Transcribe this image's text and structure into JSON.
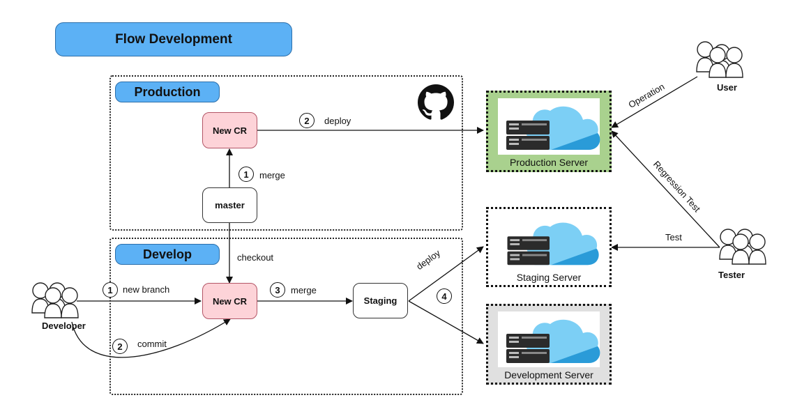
{
  "title": "Flow Development",
  "groups": {
    "production": {
      "label": "Production"
    },
    "develop": {
      "label": "Develop"
    }
  },
  "nodes": {
    "prod_new_cr": "New CR",
    "master": "master",
    "dev_new_cr": "New CR",
    "staging": "Staging"
  },
  "servers": {
    "production": "Production Server",
    "staging": "Staging Server",
    "development": "Development Server"
  },
  "actors": {
    "user": "User",
    "tester": "Tester",
    "developer": "Developer"
  },
  "edges": {
    "deploy_prod": {
      "num": "2",
      "label": "deploy"
    },
    "merge_master": {
      "num": "1",
      "label": "merge"
    },
    "checkout": {
      "label": "checkout"
    },
    "new_branch": {
      "num": "1",
      "label": "new branch"
    },
    "commit": {
      "num": "2",
      "label": "commit"
    },
    "merge_staging": {
      "num": "3",
      "label": "merge"
    },
    "deploy_staging": {
      "label": "deploy"
    },
    "step4": {
      "num": "4"
    },
    "operation": {
      "label": "Operation"
    },
    "regression": {
      "label": "Regression Test"
    },
    "test": {
      "label": "Test"
    }
  },
  "colors": {
    "accent_blue": "#5cb1f5",
    "cr_pink": "#fdd3d8",
    "prod_server_bg": "#a9d18e",
    "dev_server_bg": "#e0e0e0",
    "cloud": "#7ccff5"
  },
  "icons": {
    "repo": "github-icon",
    "server": "server-cloud-icon",
    "people": "user-group-icon"
  }
}
